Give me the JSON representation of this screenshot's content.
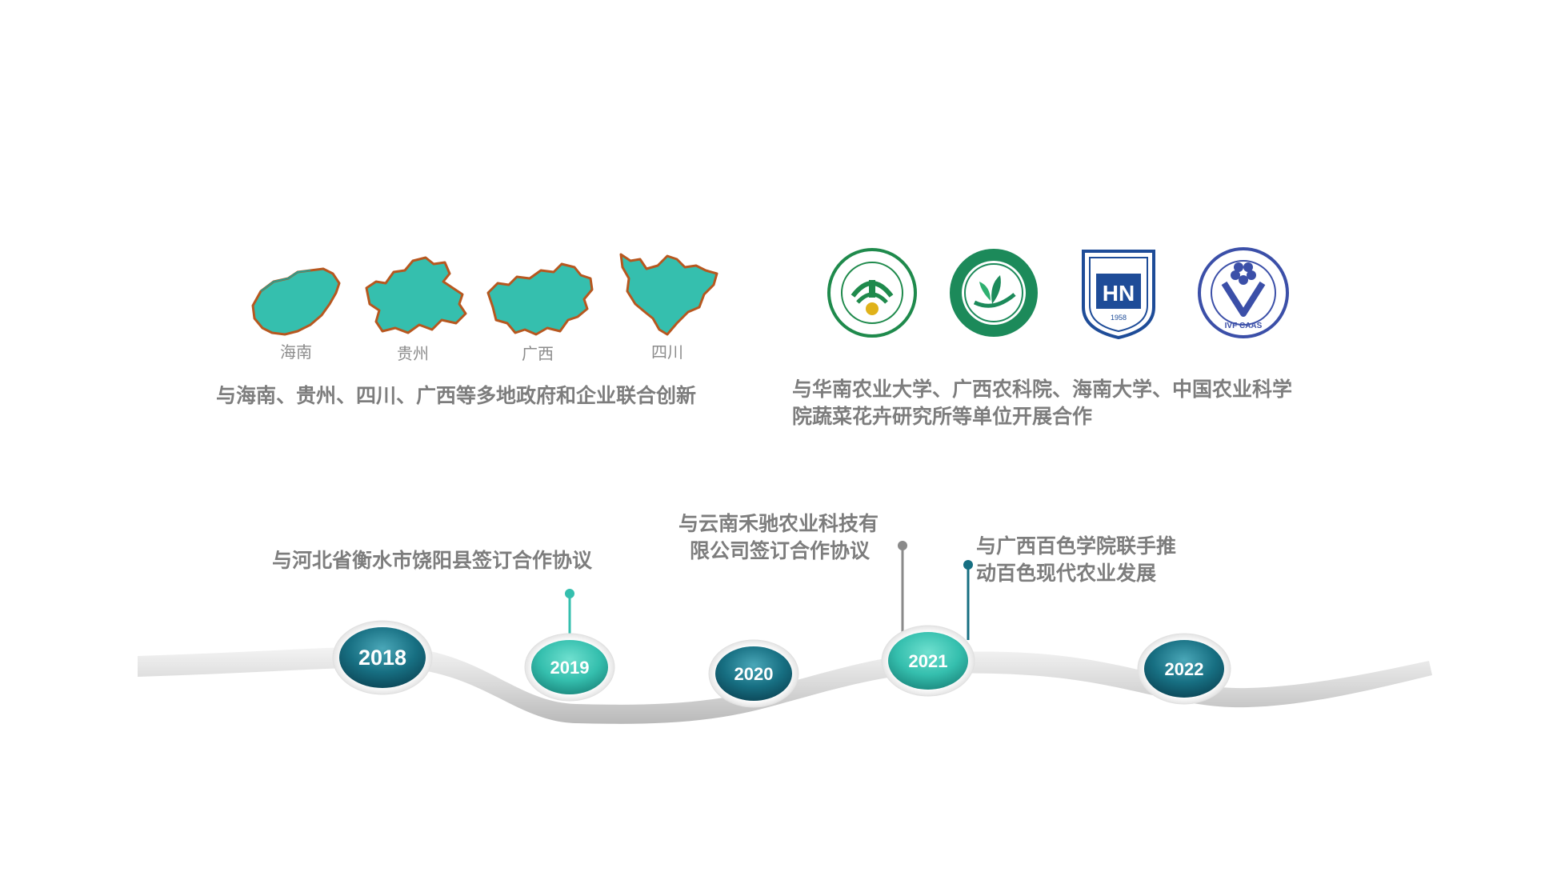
{
  "provinces": [
    {
      "name": "海南"
    },
    {
      "name": "贵州"
    },
    {
      "name": "广西"
    },
    {
      "name": "四川"
    }
  ],
  "left_caption": "与海南、贵州、四川、广西等多地政府和企业联合创新",
  "right_caption_line1": "与华南农业大学、广西农科院、海南大学、中国农业科学",
  "right_caption_line2": "院蔬菜花卉研究所等单位开展合作",
  "logos": {
    "hainan_univ_letters": "HN",
    "hainan_univ_year": "1958",
    "caas_text": "IVF CAAS"
  },
  "timeline": {
    "years": [
      "2018",
      "2019",
      "2020",
      "2021",
      "2022"
    ],
    "event_2018": "与河北省衡水市饶阳县签订合作协议",
    "event_2020_line1": "与云南禾驰农业科技有",
    "event_2020_line2": "限公司签订合作协议",
    "event_2021_line1": "与广西百色学院联手推",
    "event_2021_line2": "动百色现代农业发展"
  },
  "colors": {
    "teal": "#35bfae",
    "dark_teal": "#176f82",
    "text_gray": "#7d7d7d",
    "province_border": "#b7571f"
  }
}
